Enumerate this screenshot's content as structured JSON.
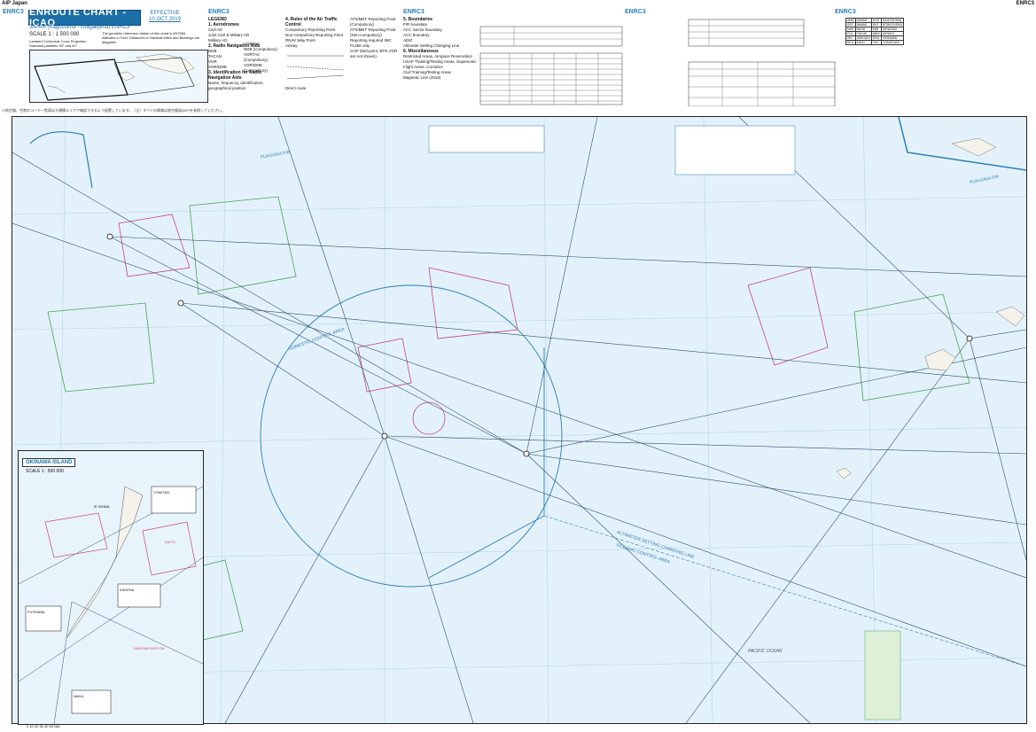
{
  "header": {
    "aip_label": "AIP Japan",
    "enr_label": "ENRC3",
    "enr_tag": "ENRC3"
  },
  "title_block": {
    "title": "ENROUTE CHART - ICAO",
    "effective_label": "EFFECTIVE",
    "effective_date": "10 OCT 2019",
    "subtitle": "JAPAN (Kagoshima - Ishigakijima) ENRC3",
    "scale": "SCALE 1 : 1 500 000",
    "projection": "Lambert Conformal Conic Projection",
    "parallels": "Standard parallels 30° and 40°",
    "geodetic_note": "The geodetic reference datum of this chart is WGS84",
    "units_note": "Altitudes in Feet, Distances in Nautical Miles and Bearings are Magnetic"
  },
  "legend": {
    "heading": "LEGEND",
    "sections": [
      {
        "title": "1. Aerodromes",
        "items": [
          "Civil AD",
          "Joint Civil & Military AD",
          "Military AD"
        ]
      },
      {
        "title": "2. Radio Navigation Aids",
        "items": [
          "NDB",
          "TACAN",
          "VOR",
          "VOR/DME",
          "VORTAC",
          "NDB (Compulsory)",
          "VORTAC (Compulsory)",
          "VOR/DME (Compulsory)"
        ]
      },
      {
        "title": "3. Identification for Radio Navigation Aids",
        "items": [
          "Name, frequency, identification, geographical position"
        ]
      },
      {
        "title": "4. Rules of the Air Traffic Control",
        "items": [
          "Compulsory Reporting Point",
          "Non-compulsory Reporting Point",
          "RNAV Way Point",
          "Airway",
          "Direct route",
          "ATS/MET Reporting Point (Compulsory)",
          "ATS/MET Reporting Point (Non-compulsory)",
          "Reporting required IMC FL250 only",
          "COP (Mid-point: BTN VOR are not shown)"
        ]
      },
      {
        "title": "5. Boundaries",
        "items": [
          "FIR boundary",
          "ACC Sector boundary",
          "ACC boundary",
          "ADIZ",
          "Altimeter Setting Changing Line"
        ]
      },
      {
        "title": "6. Miscellaneous",
        "items": [
          "Restricted Areas, Airspace Reservation",
          "USAF Training/Testing Areas, Supersonic Flight Areas, Corridors",
          "Civil Training/Testing Areas",
          "Magnetic Line (2019)"
        ]
      }
    ]
  },
  "tables": {
    "airport_codes_title": "ENRC3",
    "airports": [
      [
        "AMA",
        "AMAMI",
        "KGS",
        "KAGOSHIMA"
      ],
      [
        "ASJ",
        "AMAMI",
        "KKJ",
        "KITAKYUSHU"
      ],
      [
        "NAH",
        "NAHA",
        "KMI",
        "MIYAZAKI"
      ],
      [
        "FUJ",
        "FUKUE",
        "MMY",
        "MIYAKO"
      ],
      [
        "ISG",
        "ISHIGAKI",
        "OKA",
        "OKINAWA"
      ],
      [
        "KKX",
        "KIKAI",
        "YNI",
        "YONAGUNI"
      ]
    ]
  },
  "chart": {
    "fir_labels": [
      "FUKUOKA FIR",
      "FUKUOKA FIR"
    ],
    "altimeter_labels": [
      "ALTIMETER SETTING CHANGING LINE",
      "OCEANIC CONTROL AREA",
      "DOMESTIC CONTROL AREA"
    ],
    "ocean_label": "PACIFIC OCEAN",
    "okinawa_title": "OKINAWA ISLAND",
    "okinawa_scale": "SCALE 1 : 500 000",
    "okinawa_labels": [
      "YOMITAN",
      "KADENA",
      "FUTENMA",
      "NAHA",
      "KAITO",
      "IE SHIMA",
      "KADENA RAPCON"
    ],
    "bottom_scale": "0 10 20 30 40 50 NM"
  },
  "notes": {
    "top_note": "※航空路、空港のコード一覧表は大規模エリアで確認できるよう配置しています。（注）すべての情報は航空路誌(AIP)を参照してください。"
  },
  "colors": {
    "sea": "#e3f2fa",
    "fir": "#2a7db8",
    "restricted": "#c8437a",
    "training": "#4aa05a",
    "airway": "#2f4f6e"
  }
}
